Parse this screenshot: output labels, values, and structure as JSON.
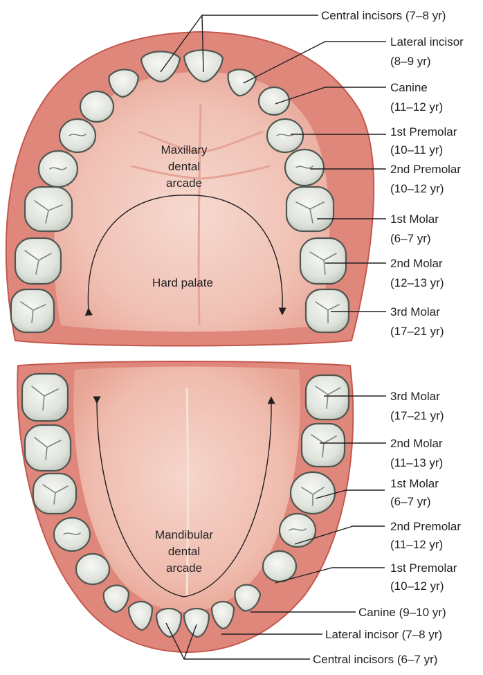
{
  "figure": {
    "upper_region_label": [
      "Maxillary",
      "dental",
      "arcade"
    ],
    "palate_label": "Hard palate",
    "lower_region_label": [
      "Mandibular",
      "dental",
      "arcade"
    ],
    "upper_teeth": [
      {
        "name": "Central incisors",
        "age": "(7–8 yr)"
      },
      {
        "name": "Lateral incisor",
        "age": "(8–9 yr)"
      },
      {
        "name": "Canine",
        "age": "(11–12 yr)"
      },
      {
        "name": "1st Premolar",
        "age": "(10–11 yr)"
      },
      {
        "name": "2nd Premolar",
        "age": "(10–12 yr)"
      },
      {
        "name": "1st Molar",
        "age": "(6–7 yr)"
      },
      {
        "name": "2nd Molar",
        "age": "(12–13 yr)"
      },
      {
        "name": "3rd Molar",
        "age": "(17–21 yr)"
      }
    ],
    "lower_teeth": [
      {
        "name": "3rd Molar",
        "age": "(17–21 yr)"
      },
      {
        "name": "2nd Molar",
        "age": "(11–13 yr)"
      },
      {
        "name": "1st Molar",
        "age": "(6–7 yr)"
      },
      {
        "name": "2nd Premolar",
        "age": "(11–12 yr)"
      },
      {
        "name": "1st Premolar",
        "age": "(10–12 yr)"
      },
      {
        "name": "Canine",
        "age": "(9–10 yr)"
      },
      {
        "name": "Lateral incisor",
        "age": "(7–8 yr)"
      },
      {
        "name": "Central incisors",
        "age": "(6–7 yr)"
      }
    ],
    "colors": {
      "gum": "#e0877c",
      "gum_edge": "#c4574d",
      "palate": "#f3c8bd",
      "tooth": "#e9ece6",
      "tooth_outline": "#4f5650",
      "text": "#231f20"
    }
  }
}
